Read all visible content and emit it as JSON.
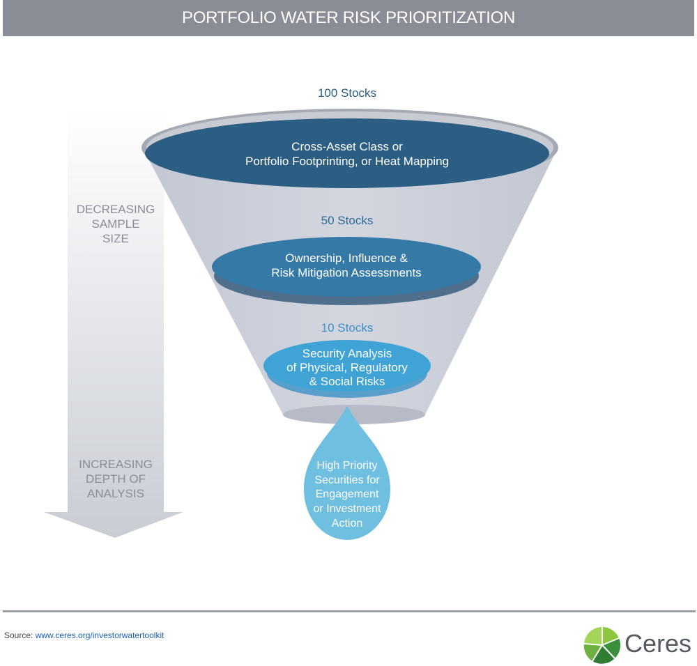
{
  "header": {
    "title": "PORTFOLIO WATER RISK PRIORITIZATION"
  },
  "arrow": {
    "top_label": [
      "DECREASING",
      "SAMPLE",
      "SIZE"
    ],
    "bottom_label": [
      "INCREASING",
      "DEPTH OF",
      "ANALYSIS"
    ]
  },
  "funnel": {
    "levels": [
      {
        "count": "100 Stocks",
        "lines": [
          "Cross-Asset Class or",
          "Portfolio Footprinting, or Heat Mapping"
        ],
        "color": "#2b5e82"
      },
      {
        "count": "50 Stocks",
        "lines": [
          "Ownership, Influence &",
          "Risk Mitigation Assessments"
        ],
        "color": "#3579a6"
      },
      {
        "count": "10 Stocks",
        "lines": [
          "Security Analysis",
          "of Physical, Regulatory",
          "& Social Risks"
        ],
        "color": "#3fa3d6"
      }
    ],
    "drop_lines": [
      "High Priority",
      "Securities for",
      "Engagement",
      "or Investment",
      "Action"
    ],
    "drop_color": "#6fbfe0"
  },
  "footer": {
    "source_prefix": "Source:",
    "source_link": "www.ceres.org/investorwatertoolkit",
    "logo_text": "Ceres"
  }
}
